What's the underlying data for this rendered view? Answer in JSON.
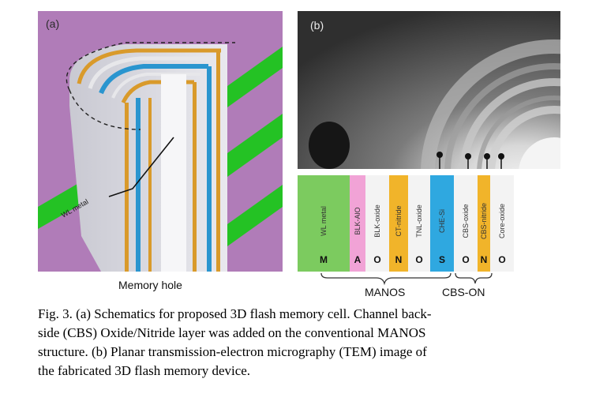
{
  "panel_a": {
    "label": "(a)",
    "wl_metal_label": "WL metal",
    "memory_hole_caption": "Memory hole"
  },
  "panel_b": {
    "label": "(b)"
  },
  "layers": [
    {
      "letter": "M",
      "name": "WL metal",
      "color": "#7ccb5f"
    },
    {
      "letter": "A",
      "name": "BLK-AlO",
      "color": "#f1a3d6"
    },
    {
      "letter": "O",
      "name": "BLK-oxide",
      "color": "#f3f3f3"
    },
    {
      "letter": "N",
      "name": "CT-nitride",
      "color": "#f1b42a"
    },
    {
      "letter": "O",
      "name": "TNL-oxide",
      "color": "#f3f3f3"
    },
    {
      "letter": "S",
      "name": "CHE-Si",
      "color": "#2fa8e0"
    },
    {
      "letter": "O",
      "name": "CBS-oxide",
      "color": "#f3f3f3"
    },
    {
      "letter": "N",
      "name": "CBS-nitride",
      "color": "#f1b42a"
    },
    {
      "letter": "O",
      "name": "Core-oxide",
      "color": "#f3f3f3"
    }
  ],
  "groups": {
    "manos": "MANOS",
    "cbs_on": "CBS-ON"
  },
  "caption": {
    "line1": "Fig. 3. (a) Schematics for proposed 3D flash memory cell. Channel back-",
    "line2": "side (CBS) Oxide/Nitride layer was added on the conventional MANOS",
    "line3": "structure. (b) Planar transmission-electron micrography (TEM) image of",
    "line4": "the fabricated 3D flash memory device."
  }
}
